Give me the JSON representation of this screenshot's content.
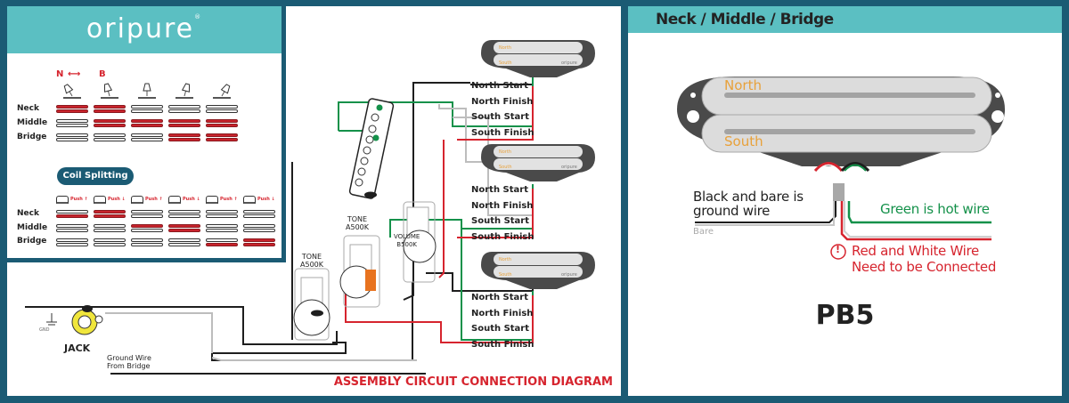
{
  "left_panel": {
    "brand": "oripure",
    "brand_mark": "®",
    "selector_direction": {
      "from": "N",
      "to": "B"
    },
    "row_labels": [
      "Neck",
      "Middle",
      "Bridge"
    ],
    "five_way_positions": [
      {
        "neck": [
          true,
          true
        ],
        "middle": [
          false,
          false
        ],
        "bridge": [
          false,
          false
        ]
      },
      {
        "neck": [
          true,
          true
        ],
        "middle": [
          true,
          true
        ],
        "bridge": [
          false,
          false
        ]
      },
      {
        "neck": [
          false,
          false
        ],
        "middle": [
          true,
          true
        ],
        "bridge": [
          false,
          false
        ]
      },
      {
        "neck": [
          false,
          false
        ],
        "middle": [
          true,
          true
        ],
        "bridge": [
          true,
          true
        ]
      },
      {
        "neck": [
          false,
          false
        ],
        "middle": [
          true,
          true
        ],
        "bridge": [
          true,
          true
        ]
      }
    ],
    "coil_splitting_label": "Coil Splitting",
    "push_labels": [
      "Push ↑",
      "Push ↓",
      "Push ↑",
      "Push ↓",
      "Push ↑",
      "Push ↓"
    ],
    "coil_split_positions": [
      {
        "neck": [
          false,
          true
        ],
        "middle": [
          false,
          false
        ],
        "bridge": [
          false,
          false
        ]
      },
      {
        "neck": [
          true,
          true
        ],
        "middle": [
          false,
          false
        ],
        "bridge": [
          false,
          false
        ]
      },
      {
        "neck": [
          false,
          false
        ],
        "middle": [
          true,
          false
        ],
        "bridge": [
          false,
          false
        ]
      },
      {
        "neck": [
          false,
          false
        ],
        "middle": [
          true,
          true
        ],
        "bridge": [
          false,
          false
        ]
      },
      {
        "neck": [
          false,
          false
        ],
        "middle": [
          false,
          false
        ],
        "bridge": [
          false,
          true
        ]
      },
      {
        "neck": [
          false,
          false
        ],
        "middle": [
          false,
          false
        ],
        "bridge": [
          true,
          true
        ]
      }
    ],
    "pickup_wire_labels": [
      "North Start",
      "North Finish",
      "South Start",
      "South Finish"
    ],
    "pickup_coil_labels": {
      "north": "North",
      "south": "South",
      "brand": "oripure"
    },
    "components": {
      "tone1": [
        "TONE",
        "A500K"
      ],
      "tone2": [
        "TONE",
        "A500K"
      ],
      "volume": [
        "VOLUME",
        "B500K"
      ],
      "jack": "JACK",
      "gnd": "GND",
      "ground_wire": [
        "Ground Wire",
        "From Bridge"
      ]
    },
    "title": "ASSEMBLY CIRCUIT CONNECTION DIAGRAM"
  },
  "right_panel": {
    "header": "Neck / Middle / Bridge",
    "coil_north": "North",
    "coil_south": "South",
    "ground_note": [
      "Black and bare is",
      "ground wire"
    ],
    "bare_label": "Bare",
    "hot_note": "Green is hot wire",
    "warning_icon": "!",
    "warning_note": [
      "Red and White Wire",
      "Need to be Connected"
    ],
    "model": "PB5"
  },
  "colors": {
    "frame": "#1b5b74",
    "accent_teal": "#5bbfc2",
    "active_coil": "#c8232c",
    "warning_red": "#d6242e",
    "hot_green": "#14914a",
    "coil_label_orange": "#e8a13a"
  }
}
